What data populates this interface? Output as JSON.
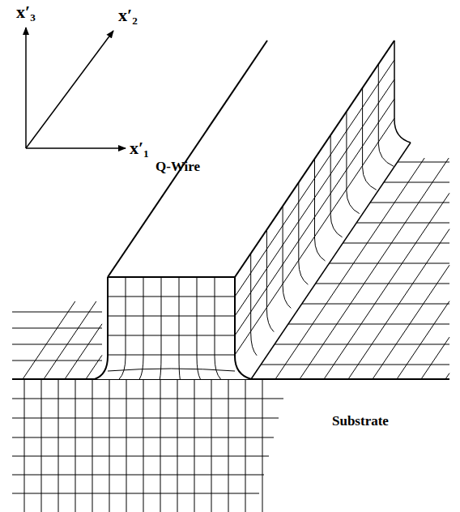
{
  "diagram": {
    "labels": [
      "x′₃",
      "x′₂",
      "x′₁",
      "Q-Wire",
      "Substrate"
    ]
  }
}
